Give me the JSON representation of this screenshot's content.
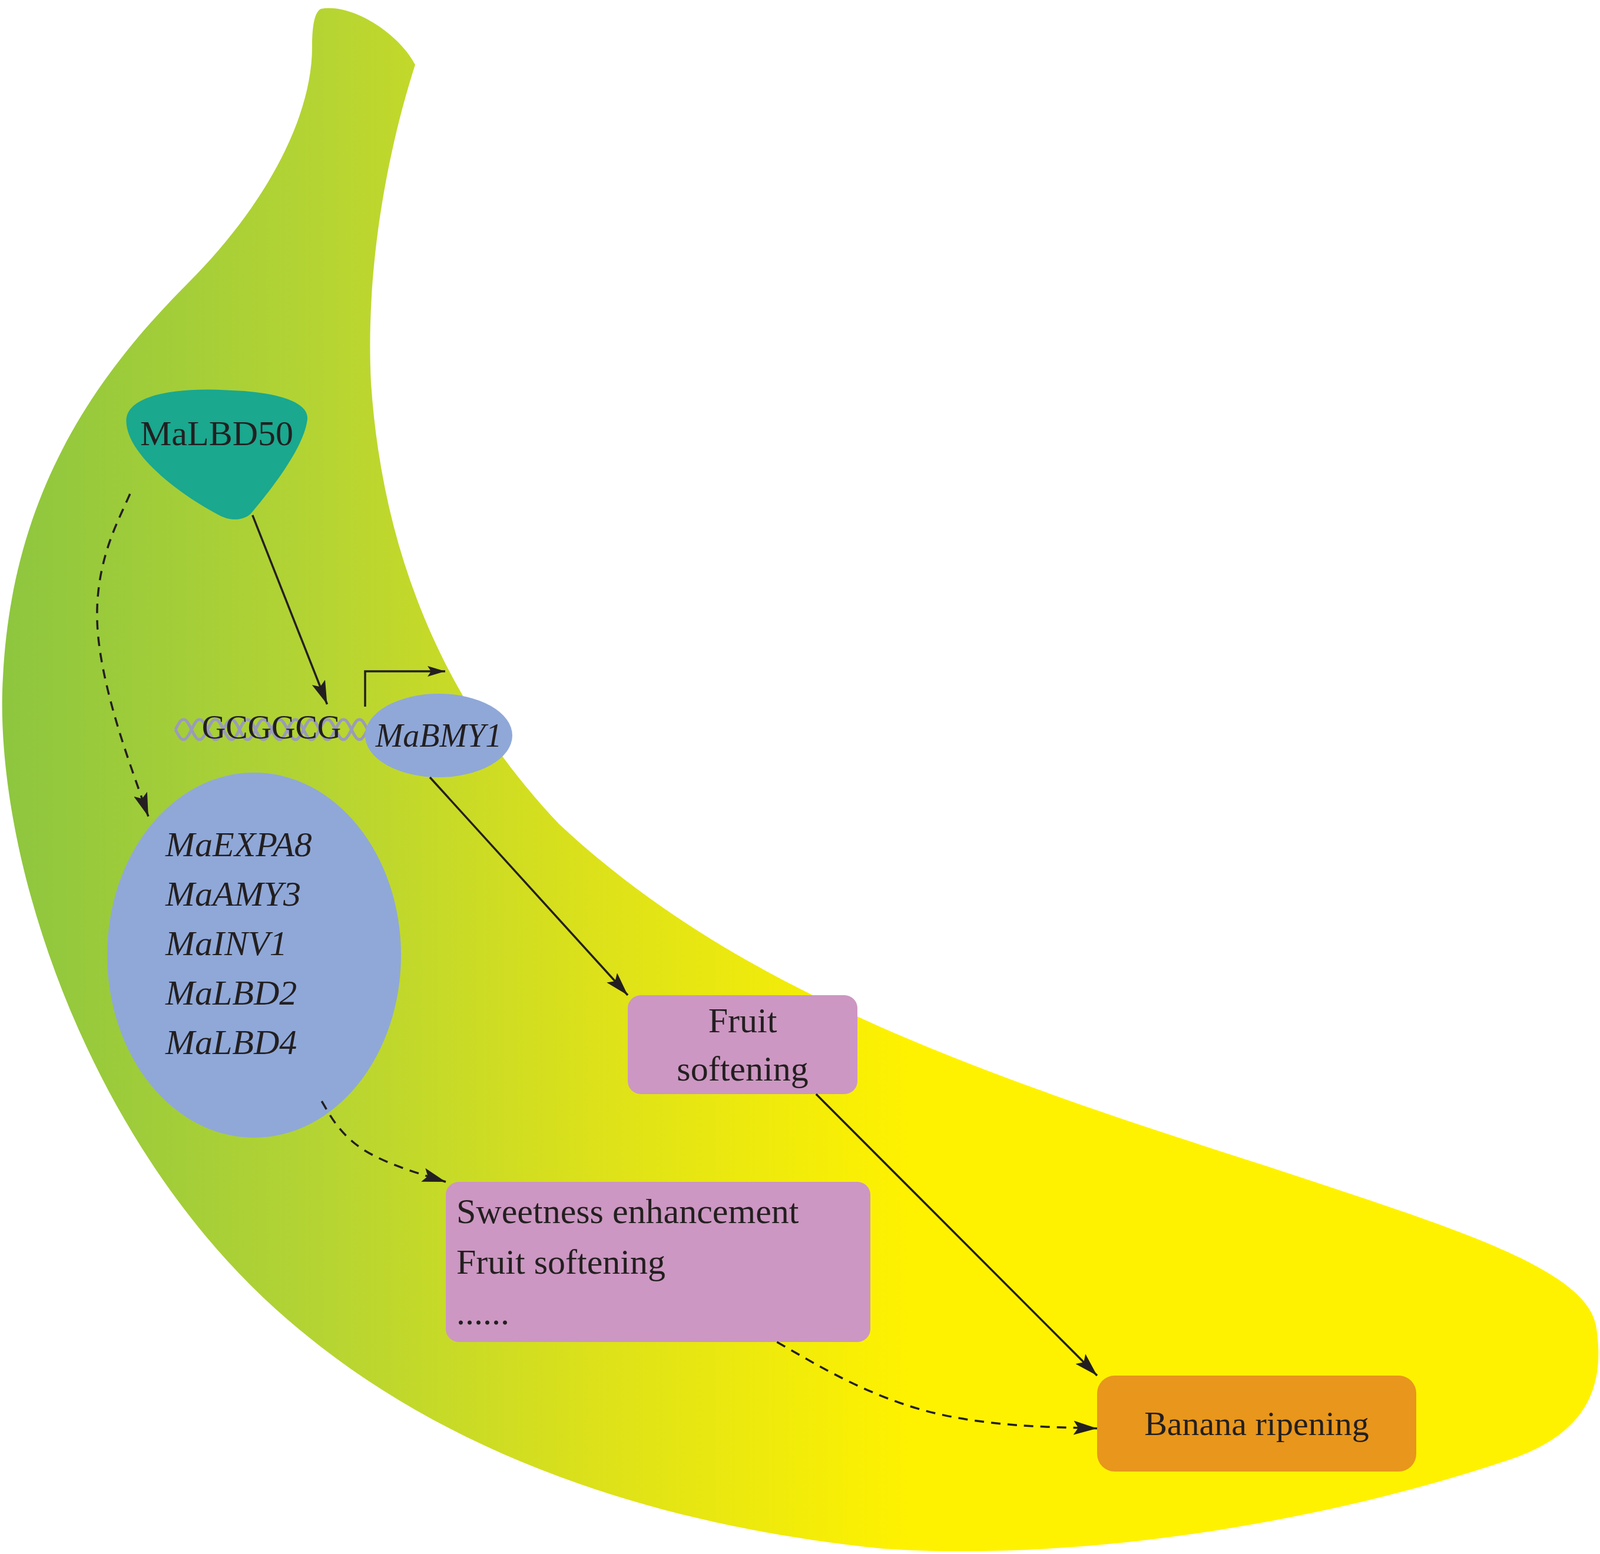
{
  "diagram": {
    "nodes": [
      {
        "text": [
          "MaLBD50"
        ]
      },
      {
        "text": [
          "GCGGCG"
        ]
      },
      {
        "text": [
          "MaBMY1"
        ]
      },
      {
        "text": [
          "MaEXPA8",
          "MaAMY3",
          "MaINV1",
          "MaLBD2",
          "MaLBD4"
        ]
      },
      {
        "text": [
          "Fruit softening"
        ]
      },
      {
        "text": [
          "Sweetness enhancement",
          "Fruit softening",
          "......"
        ]
      },
      {
        "text": [
          "Banana ripening"
        ]
      }
    ],
    "edges": [
      {
        "from": 0,
        "to": 1,
        "arrow": "to"
      },
      {
        "from": 0,
        "to": 3,
        "arrow": "to"
      },
      {
        "from": 2,
        "to": 4,
        "arrow": "to"
      },
      {
        "from": 3,
        "to": 5,
        "arrow": "to"
      },
      {
        "from": 4,
        "to": 6,
        "arrow": "to"
      },
      {
        "from": 5,
        "to": 6,
        "arrow": "to"
      }
    ]
  }
}
